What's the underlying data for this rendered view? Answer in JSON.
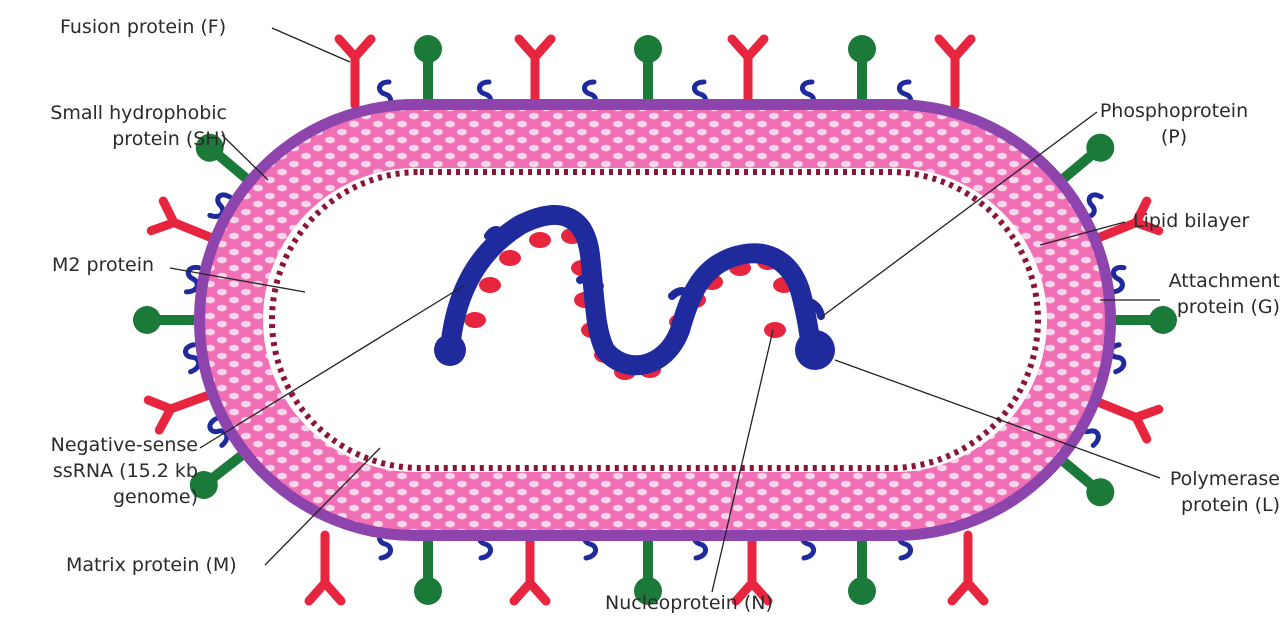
{
  "labels": {
    "fusion": "Fusion protein (F)",
    "sh_line1": "Small hydrophobic",
    "sh_line2": "protein (SH)",
    "m2": "M2 protein",
    "rna_line1": "Negative-sense",
    "rna_line2": "ssRNA (15.2 kb",
    "rna_line3": "genome)",
    "matrix": "Matrix protein (M)",
    "nucleo": "Nucleoprotein (N)",
    "phospho_line1": "Phosphoprotein",
    "phospho_line2": "(P)",
    "lipid": "Lipid bilayer",
    "attach_line1": "Attachment",
    "attach_line2": "protein (G)",
    "poly_line1": "Polymerase",
    "poly_line2": "protein (L)"
  },
  "colors": {
    "envelope": "#8e44ad",
    "matrix_fill": "#f06fb5",
    "matrix_bead": "#fbd6ea",
    "m2_dots": "#8b1538",
    "fusion": "#e8253f",
    "attachment": "#1b7a3a",
    "sh": "#1f2a9c",
    "rna": "#1f2a9c",
    "nucleoprotein": "#e8253f",
    "leader": "#222222"
  },
  "icons": [
    "fusion-protein-spike",
    "attachment-protein-spike",
    "sh-protein-squiggle"
  ]
}
